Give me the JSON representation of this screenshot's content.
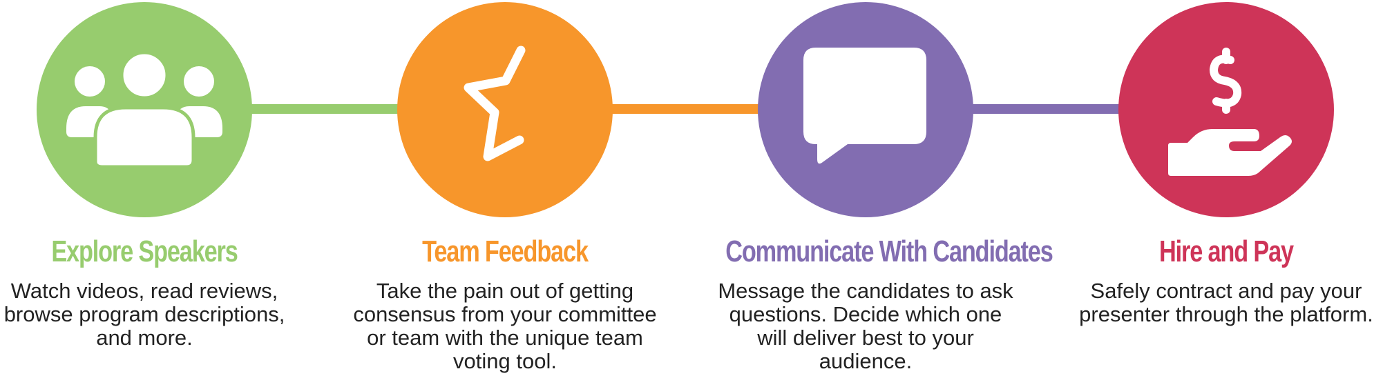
{
  "colors": {
    "explore": "#97cc6e",
    "feedback": "#f7962b",
    "communicate": "#826db1",
    "hire": "#ce3458"
  },
  "steps": [
    {
      "icon": "users-group-icon",
      "title": "Explore Speakers",
      "description": "Watch videos, read reviews, browse program descriptions, and more."
    },
    {
      "icon": "half-star-icon",
      "title": "Team Feedback",
      "description": "Take the pain out of getting consensus from your committee or team with the unique team voting tool."
    },
    {
      "icon": "chat-bubble-icon",
      "title": "Communicate With Candidates",
      "description": "Message the candidates to ask questions. Decide which one will deliver best to your audience."
    },
    {
      "icon": "dollar-hand-icon",
      "title": "Hire and Pay",
      "description": "Safely contract and pay your presenter through the platform."
    }
  ]
}
